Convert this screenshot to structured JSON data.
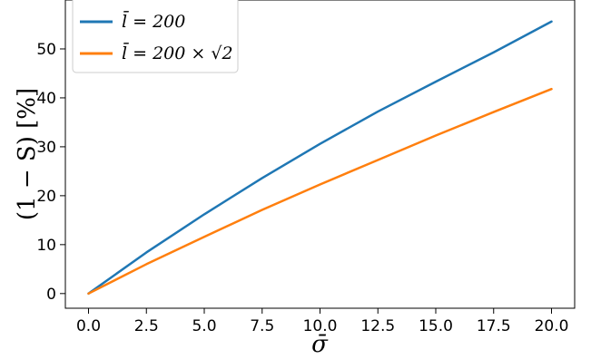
{
  "chart_data": {
    "type": "line",
    "xlabel": "σ̄",
    "ylabel": "(1 − S) [%]",
    "xlim": [
      -1.0,
      21.0
    ],
    "ylim": [
      -3.0,
      60.0
    ],
    "xticks": [
      0.0,
      2.5,
      5.0,
      7.5,
      10.0,
      12.5,
      15.0,
      17.5,
      20.0
    ],
    "xtick_labels": [
      "0.0",
      "2.5",
      "5.0",
      "7.5",
      "10.0",
      "12.5",
      "15.0",
      "17.5",
      "20.0"
    ],
    "yticks": [
      0,
      10,
      20,
      30,
      40,
      50
    ],
    "ytick_labels": [
      "0",
      "10",
      "20",
      "30",
      "40",
      "50"
    ],
    "grid": false,
    "legend_position": "top-left",
    "series": [
      {
        "name": "l̄ = 200",
        "color": "#1f77b4",
        "x": [
          0,
          2.5,
          5,
          7.5,
          10,
          12.5,
          15,
          17.5,
          20
        ],
        "y": [
          0,
          8.4,
          16.2,
          23.6,
          30.6,
          37.2,
          43.3,
          49.3,
          55.6
        ]
      },
      {
        "name": "l̄ = 200 × √2",
        "color": "#ff7f0e",
        "x": [
          0,
          2.5,
          5,
          7.5,
          10,
          12.5,
          15,
          17.5,
          20
        ],
        "y": [
          0,
          6.0,
          11.6,
          17.1,
          22.3,
          27.3,
          32.3,
          37.1,
          41.8
        ]
      }
    ]
  }
}
